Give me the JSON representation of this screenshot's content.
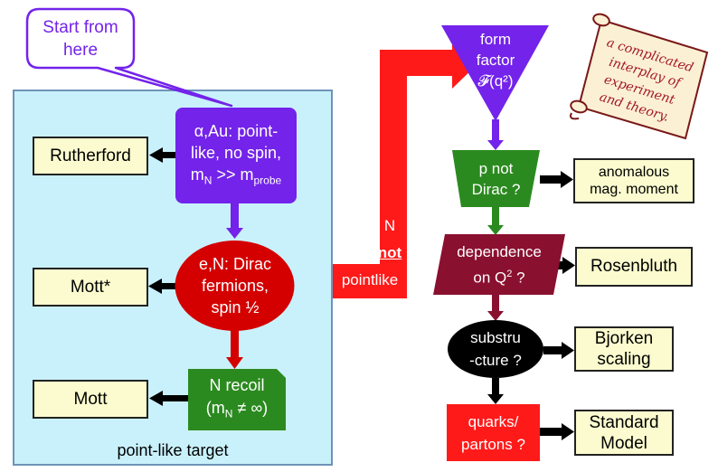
{
  "colors": {
    "purple": "#7323ea",
    "red": "#d40000",
    "dark_red": "#8a1030",
    "green": "#2b8a1f",
    "black": "#000000",
    "bright_red": "#ff1a1a",
    "panel_bg": "#c9f1fb",
    "result_bg": "#fbfbcf",
    "scroll_bg": "#fbf0d4",
    "scroll_text": "#a3162a"
  },
  "callout": {
    "line1": "Start from",
    "line2": "here"
  },
  "panel": {
    "label": "point-like target"
  },
  "left_nodes": {
    "alpha": {
      "line1": "α,Au: point-",
      "line2": "like, no spin,",
      "line3_main": "m",
      "line3_sub1": "N",
      "line3_mid": " >> m",
      "line3_sub2": "probe"
    },
    "dirac": {
      "line1": "e,N: Dirac",
      "line2": "fermions,",
      "line3": "spin ½"
    },
    "recoil": {
      "line1": "N recoil",
      "line2_pre": "(m",
      "line2_sub": "N",
      "line2_post": " ≠ ∞)"
    }
  },
  "left_results": {
    "rutherford": "Rutherford",
    "mott_star": "Mott*",
    "mott": "Mott"
  },
  "connector": {
    "n": "N",
    "not": "not",
    "pointlike": "pointlike"
  },
  "form_factor": {
    "line1": "form",
    "line2": "factor",
    "line3": "𝓕(q²)"
  },
  "right_nodes": {
    "dirac_q": {
      "line1": "p not",
      "line2": "Dirac ?"
    },
    "q2": {
      "line1": "dependence",
      "line2_pre": "on Q",
      "line2_sup": "2",
      "line2_post": " ?"
    },
    "substructure": {
      "line1": "substru",
      "line2": "-cture ?"
    },
    "quarks": {
      "line1": "quarks/",
      "line2": "partons ?"
    }
  },
  "right_results": {
    "anomalous": {
      "line1": "anomalous",
      "line2": "mag. moment"
    },
    "rosenbluth": "Rosenbluth",
    "bjorken": {
      "line1": "Bjorken",
      "line2": "scaling"
    },
    "standard_model": {
      "line1": "Standard",
      "line2": "Model"
    }
  },
  "scroll": {
    "line1": "a complicated",
    "line2": "interplay of",
    "line3": "experiment",
    "line4": "and theory."
  }
}
